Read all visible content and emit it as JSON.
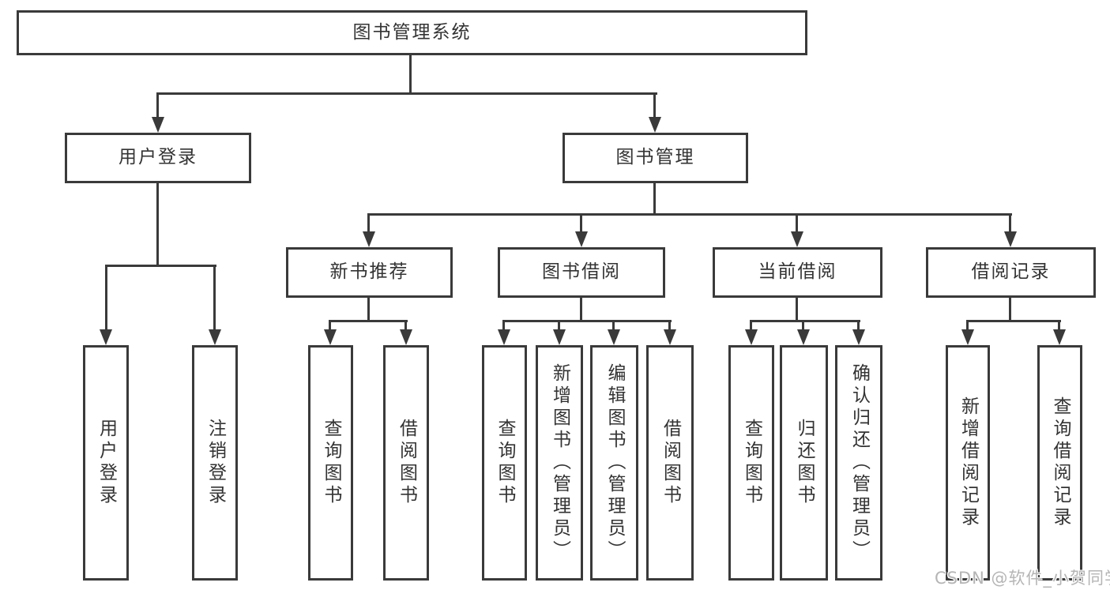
{
  "diagram": {
    "type": "tree",
    "title": "图书管理系统",
    "colors": {
      "line": "#3a3a3a",
      "box_border": "#3a3a3a",
      "text": "#333333",
      "background": "#ffffff",
      "watermark": "#b5b5b5"
    },
    "nodes": {
      "root": {
        "label": "图书管理系统"
      },
      "user_login": {
        "label": "用户登录"
      },
      "book_mgmt": {
        "label": "图书管理"
      },
      "new_book_rec": {
        "label": "新书推荐"
      },
      "book_borrow": {
        "label": "图书借阅"
      },
      "current_borrow": {
        "label": "当前借阅"
      },
      "borrow_record": {
        "label": "借阅记录"
      },
      "leaf_user_login": {
        "label": "用户登录"
      },
      "leaf_logout": {
        "label": "注销登录"
      },
      "leaf_query_book_rec": {
        "label": "查询图书"
      },
      "leaf_borrow_book_rec": {
        "label": "借阅图书"
      },
      "leaf_query_book_borrow": {
        "label": "查询图书"
      },
      "leaf_add_book": {
        "label": "新增图书（管理员）"
      },
      "leaf_edit_book": {
        "label": "编辑图书（管理员）"
      },
      "leaf_borrow_book": {
        "label": "借阅图书"
      },
      "leaf_query_book_current": {
        "label": "查询图书"
      },
      "leaf_return_book": {
        "label": "归还图书"
      },
      "leaf_confirm_return": {
        "label": "确认归还（管理员）"
      },
      "leaf_add_borrow_record": {
        "label": "新增借阅记录"
      },
      "leaf_query_borrow_record": {
        "label": "查询借阅记录"
      }
    },
    "structure": {
      "root": [
        "user_login",
        "book_mgmt"
      ],
      "user_login": [
        "leaf_user_login",
        "leaf_logout"
      ],
      "book_mgmt": [
        "new_book_rec",
        "book_borrow",
        "current_borrow",
        "borrow_record"
      ],
      "new_book_rec": [
        "leaf_query_book_rec",
        "leaf_borrow_book_rec"
      ],
      "book_borrow": [
        "leaf_query_book_borrow",
        "leaf_add_book",
        "leaf_edit_book",
        "leaf_borrow_book"
      ],
      "current_borrow": [
        "leaf_query_book_current",
        "leaf_return_book",
        "leaf_confirm_return"
      ],
      "borrow_record": [
        "leaf_add_borrow_record",
        "leaf_query_borrow_record"
      ]
    },
    "watermark": "CSDN @软件_小贺同学"
  }
}
